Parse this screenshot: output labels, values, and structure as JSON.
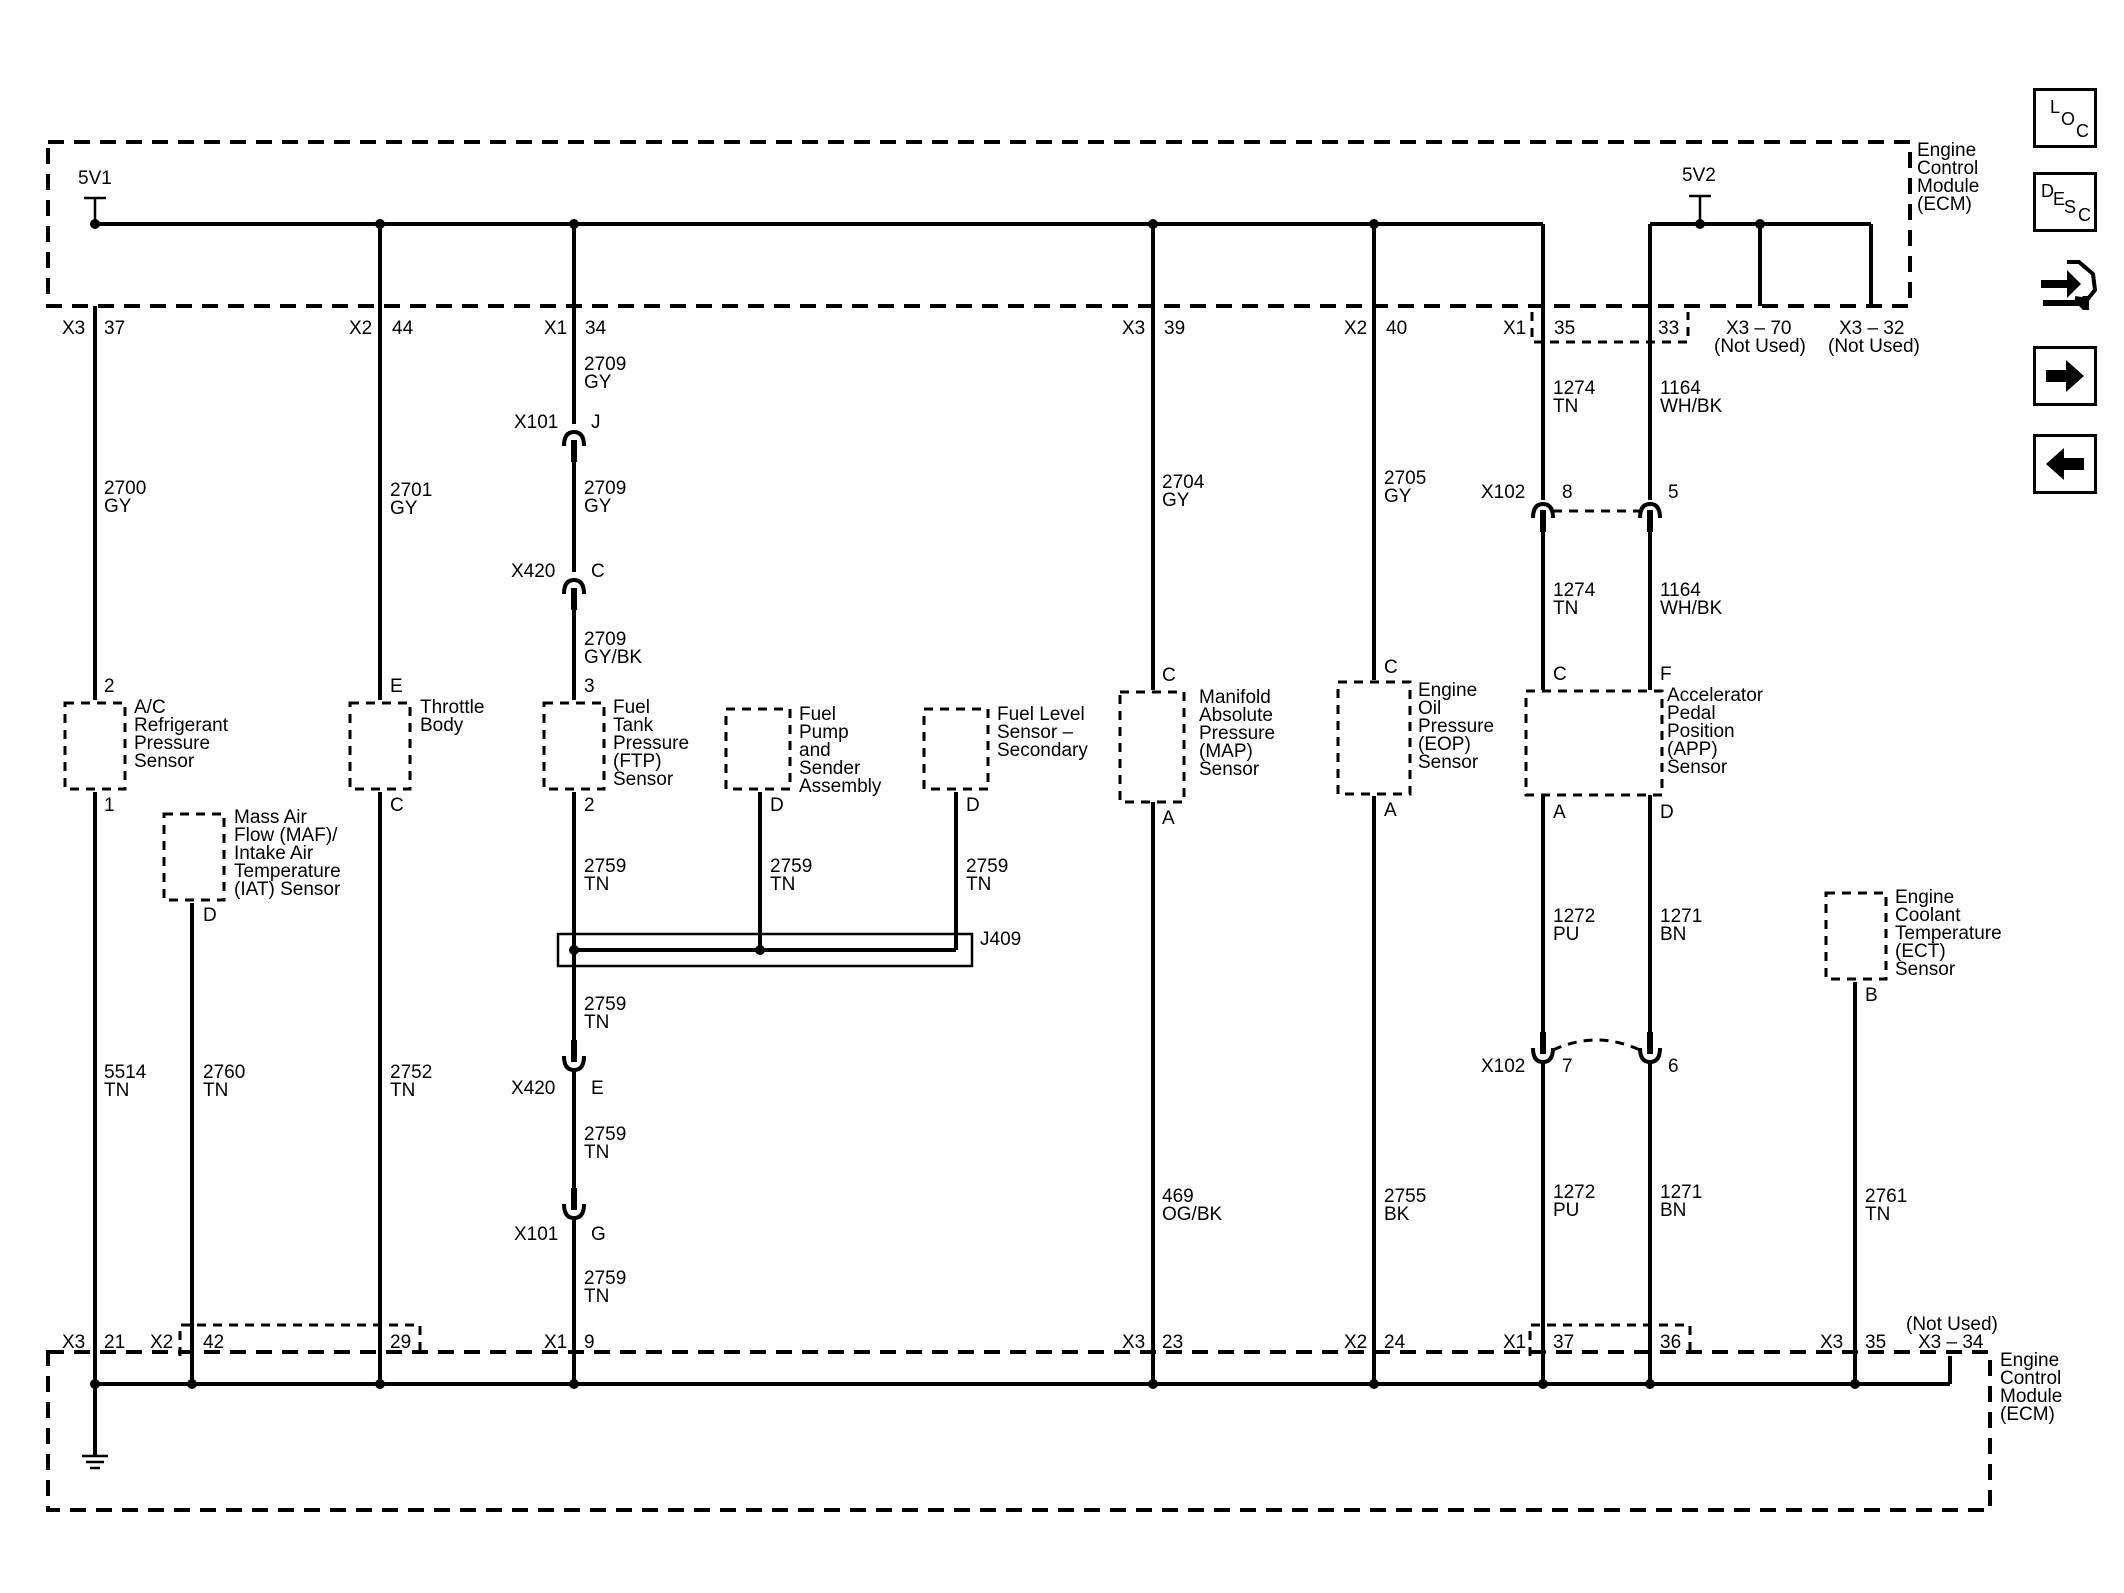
{
  "ecm_top": {
    "label": "Engine Control Module (ECM)",
    "line1": "Engine",
    "line2": "Control",
    "line3": "Module",
    "line4": "(ECM)"
  },
  "ecm_bottom": {
    "line1": "Engine",
    "line2": "Control",
    "line3": "Module",
    "line4": "(ECM)"
  },
  "power": {
    "v1": "5V1",
    "v2": "5V2"
  },
  "top_pins": [
    {
      "conn": "X3",
      "pin": "37"
    },
    {
      "conn": "X2",
      "pin": "44"
    },
    {
      "conn": "X1",
      "pin": "34"
    },
    {
      "conn": "X3",
      "pin": "39"
    },
    {
      "conn": "X2",
      "pin": "40"
    },
    {
      "conn": "X1",
      "pin": "35"
    },
    {
      "pin": "33"
    }
  ],
  "not_used_top": [
    {
      "pin": "X3 – 70",
      "note": "(Not Used)"
    },
    {
      "pin": "X3 – 32",
      "note": "(Not Used)"
    }
  ],
  "bottom_pins": [
    {
      "conn": "X3",
      "pin": "21"
    },
    {
      "conn": "X2",
      "pin": "42"
    },
    {
      "pin": "29"
    },
    {
      "conn": "X1",
      "pin": "9"
    },
    {
      "conn": "X3",
      "pin": "23"
    },
    {
      "conn": "X2",
      "pin": "24"
    },
    {
      "conn": "X1",
      "pin": "37"
    },
    {
      "pin": "36"
    },
    {
      "conn": "X3",
      "pin": "35"
    }
  ],
  "not_used_bottom": {
    "note": "(Not Used)",
    "pin": "X3 – 34"
  },
  "wires": {
    "w2700": {
      "circuit": "2700",
      "color": "GY"
    },
    "w2701": {
      "circuit": "2701",
      "color": "GY"
    },
    "w2709a": {
      "circuit": "2709",
      "color": "GY"
    },
    "w2709b": {
      "circuit": "2709",
      "color": "GY"
    },
    "w2709c": {
      "circuit": "2709",
      "color": "GY/BK"
    },
    "w2704": {
      "circuit": "2704",
      "color": "GY"
    },
    "w2705": {
      "circuit": "2705",
      "color": "GY"
    },
    "w1274a": {
      "circuit": "1274",
      "color": "TN"
    },
    "w1164a": {
      "circuit": "1164",
      "color": "WH/BK"
    },
    "w1274b": {
      "circuit": "1274",
      "color": "TN"
    },
    "w1164b": {
      "circuit": "1164",
      "color": "WH/BK"
    },
    "w2759a": {
      "circuit": "2759",
      "color": "TN"
    },
    "w2759b": {
      "circuit": "2759",
      "color": "TN"
    },
    "w2759c": {
      "circuit": "2759",
      "color": "TN"
    },
    "w2759d": {
      "circuit": "2759",
      "color": "TN"
    },
    "w2759e": {
      "circuit": "2759",
      "color": "TN"
    },
    "w2759f": {
      "circuit": "2759",
      "color": "TN"
    },
    "w1272a": {
      "circuit": "1272",
      "color": "PU"
    },
    "w1271a": {
      "circuit": "1271",
      "color": "BN"
    },
    "w5514": {
      "circuit": "5514",
      "color": "TN"
    },
    "w2760": {
      "circuit": "2760",
      "color": "TN"
    },
    "w2752": {
      "circuit": "2752",
      "color": "TN"
    },
    "w469": {
      "circuit": "469",
      "color": "OG/BK"
    },
    "w2755": {
      "circuit": "2755",
      "color": "BK"
    },
    "w1272b": {
      "circuit": "1272",
      "color": "PU"
    },
    "w1271b": {
      "circuit": "1271",
      "color": "BN"
    },
    "w2761": {
      "circuit": "2761",
      "color": "TN"
    }
  },
  "connectors": {
    "x101_j": {
      "name": "X101",
      "pin": "J"
    },
    "x420_c": {
      "name": "X420",
      "pin": "C"
    },
    "x102_8": {
      "name": "X102",
      "pin": "8"
    },
    "x102_5": {
      "pin": "5"
    },
    "x420_e": {
      "name": "X420",
      "pin": "E"
    },
    "x101_g": {
      "name": "X101",
      "pin": "G"
    },
    "x102_7": {
      "name": "X102",
      "pin": "7"
    },
    "x102_6": {
      "pin": "6"
    },
    "splice": {
      "name": "J409"
    }
  },
  "components": {
    "ac": {
      "top_pin": "2",
      "bottom_pin": "1",
      "l1": "A/C",
      "l2": "Refrigerant",
      "l3": "Pressure",
      "l4": "Sensor"
    },
    "throttle": {
      "top_pin": "E",
      "bottom_pin": "C",
      "l1": "Throttle",
      "l2": "Body"
    },
    "maf": {
      "bottom_pin": "D",
      "l1": "Mass Air",
      "l2": "Flow (MAF)/",
      "l3": "Intake Air",
      "l4": "Temperature",
      "l5": "(IAT) Sensor"
    },
    "ftp": {
      "top_pin": "3",
      "bottom_pin": "2",
      "l1": "Fuel",
      "l2": "Tank",
      "l3": "Pressure",
      "l4": "(FTP)",
      "l5": "Sensor"
    },
    "pump": {
      "bottom_pin": "D",
      "l1": "Fuel",
      "l2": "Pump",
      "l3": "and",
      "l4": "Sender",
      "l5": "Assembly"
    },
    "level": {
      "bottom_pin": "D",
      "l1": "Fuel Level",
      "l2": "Sensor –",
      "l3": "Secondary"
    },
    "map": {
      "top_pin": "C",
      "bottom_pin": "A",
      "l1": "Manifold",
      "l2": "Absolute",
      "l3": "Pressure",
      "l4": "(MAP)",
      "l5": "Sensor"
    },
    "eop": {
      "top_pin": "C",
      "bottom_pin": "A",
      "l1": "Engine",
      "l2": "Oil",
      "l3": "Pressure",
      "l4": "(EOP)",
      "l5": "Sensor"
    },
    "app": {
      "top_pin1": "C",
      "top_pin2": "F",
      "bottom_pin1": "A",
      "bottom_pin2": "D",
      "l1": "Accelerator",
      "l2": "Pedal",
      "l3": "Position",
      "l4": "(APP)",
      "l5": "Sensor"
    },
    "ect": {
      "bottom_pin": "B",
      "l1": "Engine",
      "l2": "Coolant",
      "l3": "Temperature",
      "l4": "(ECT)",
      "l5": "Sensor"
    }
  },
  "nav": {
    "loc": {
      "l": "L",
      "o": "O",
      "c": "C"
    },
    "desc": {
      "d": "D",
      "e": "E",
      "s": "S",
      "c": "C"
    },
    "arrows": {
      "forward_icon": "arrow-right-icon",
      "back_icon": "arrow-left-icon",
      "repair_icon": "repair-tools-icon"
    }
  }
}
